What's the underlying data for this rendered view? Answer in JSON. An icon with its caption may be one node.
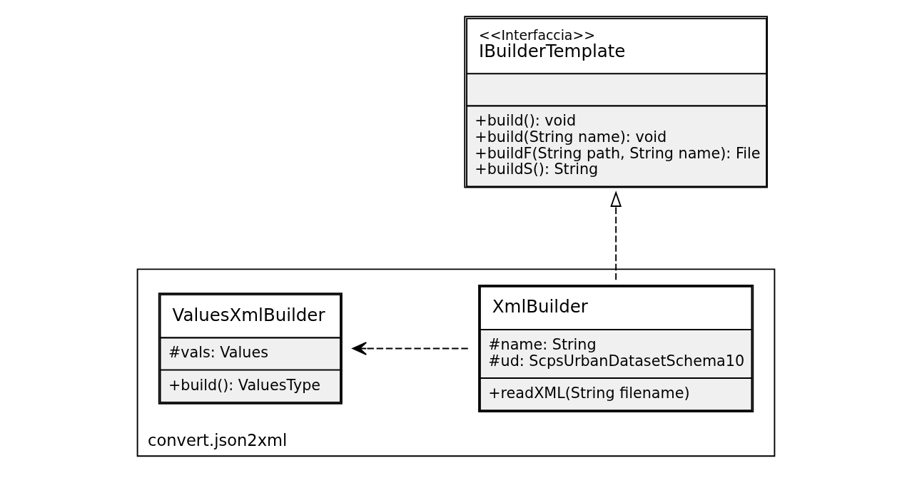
{
  "diagram": {
    "nodes": [
      {
        "text": [
          "<<Interfaccia>>",
          "IBuilderTemplate",
          "+build(): void",
          "+build(String name): void",
          "+buildF(String path, String name): File",
          "+buildS(): String"
        ]
      },
      {
        "text": [
          "convert.json2xml"
        ]
      },
      {
        "text": [
          "XmlBuilder",
          "#name: String",
          "#ud: ScpsUrbanDatasetSchema10",
          "+readXML(String filename)"
        ],
        "in": 1
      },
      {
        "text": [
          "ValuesXmlBuilder",
          "#vals: Values",
          "+build(): ValuesType"
        ],
        "in": 1
      }
    ],
    "edges": [
      {
        "from": 2,
        "to": 0,
        "arrow": "to",
        "style": "dashed"
      },
      {
        "from": 2,
        "to": 3,
        "arrow": "to",
        "style": "dashed"
      }
    ]
  }
}
